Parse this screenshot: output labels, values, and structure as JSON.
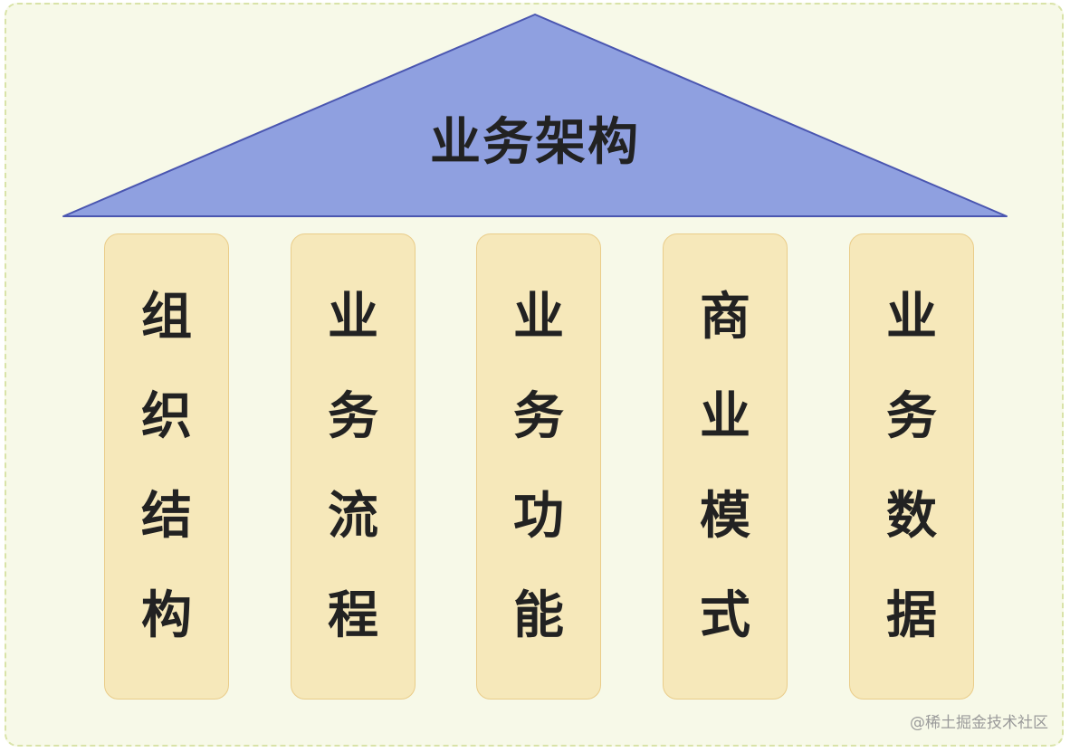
{
  "diagram": {
    "roof": {
      "title": "业务架构",
      "fill": "#8fa0e0",
      "stroke": "#4a56b0"
    },
    "pillars": [
      {
        "label": "组织结构",
        "chars": [
          "组",
          "织",
          "结",
          "构"
        ]
      },
      {
        "label": "业务流程",
        "chars": [
          "业",
          "务",
          "流",
          "程"
        ]
      },
      {
        "label": "业务功能",
        "chars": [
          "业",
          "务",
          "功",
          "能"
        ]
      },
      {
        "label": "商业模式",
        "chars": [
          "商",
          "业",
          "模",
          "式"
        ]
      },
      {
        "label": "业务数据",
        "chars": [
          "业",
          "务",
          "数",
          "据"
        ]
      }
    ],
    "pillar_fill": "#f6e8ba",
    "pillar_border": "#eacd8a",
    "background": "#f7f9e8"
  },
  "watermark": "@稀土掘金技术社区"
}
